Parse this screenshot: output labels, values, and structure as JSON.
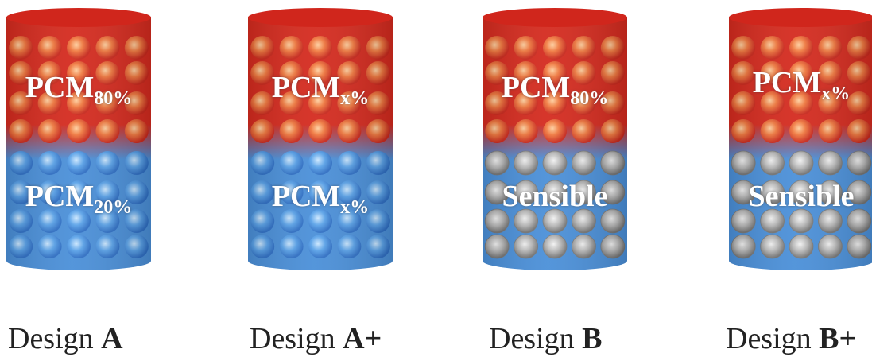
{
  "designs": [
    {
      "caption_prefix": "Design ",
      "caption_bold": "A",
      "top": {
        "main": "PCM",
        "sub": "80%"
      },
      "bottom": {
        "kind": "pcm",
        "main": "PCM",
        "sub": "20%"
      }
    },
    {
      "caption_prefix": "Design ",
      "caption_bold": "A+",
      "top": {
        "main": "PCM",
        "sub": "x%"
      },
      "bottom": {
        "kind": "pcm",
        "main": "PCM",
        "sub": "x%"
      }
    },
    {
      "caption_prefix": "Design ",
      "caption_bold": "B",
      "top": {
        "main": "PCM",
        "sub": "80%"
      },
      "bottom": {
        "kind": "sensible",
        "main": "Sensible",
        "sub": ""
      }
    },
    {
      "caption_prefix": "Design ",
      "caption_bold": "B+",
      "top": {
        "main": "PCM",
        "sub": "x%"
      },
      "bottom": {
        "kind": "sensible",
        "main": "Sensible",
        "sub": ""
      }
    }
  ],
  "colors": {
    "hot_layer": "#d42a1e",
    "cold_layer": "#4a8fd8",
    "sensible_bead": "#b8b8b8"
  }
}
